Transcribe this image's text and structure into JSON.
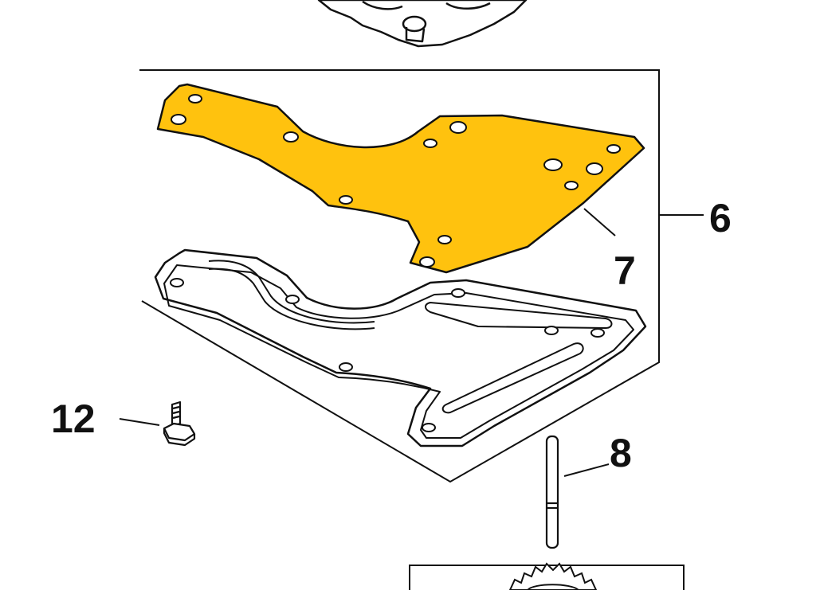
{
  "callouts": {
    "assembly": "6",
    "gasket": "7",
    "dowel": "8",
    "bolt": "12"
  },
  "colors": {
    "gasket_fill": "#FFC20E",
    "line": "#111111",
    "background": "#FFFFFF"
  }
}
